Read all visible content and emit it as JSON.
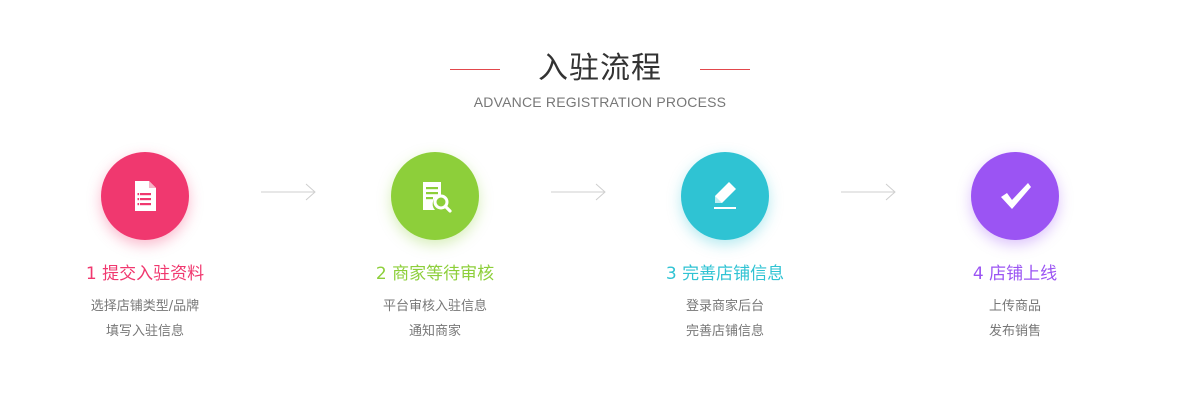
{
  "header": {
    "title": "入驻流程",
    "subtitle": "ADVANCE REGISTRATION PROCESS",
    "accent_line_color": "#e2474c"
  },
  "steps": [
    {
      "title": "1 提交入驻资料",
      "lines": [
        "选择店铺类型/品牌",
        "填写入驻信息"
      ],
      "color": "#f0386f",
      "icon": "document-icon"
    },
    {
      "title": "2 商家等待审核",
      "lines": [
        "平台审核入驻信息",
        "通知商家"
      ],
      "color": "#8dcf3a",
      "icon": "document-search-icon"
    },
    {
      "title": "3 完善店铺信息",
      "lines": [
        "登录商家后台",
        "完善店铺信息"
      ],
      "color": "#2fc3d3",
      "icon": "pen-edit-icon"
    },
    {
      "title": "4 店铺上线",
      "lines": [
        "上传商品",
        "发布销售"
      ],
      "color": "#9b54f3",
      "icon": "checkmark-icon"
    }
  ],
  "arrow_icon": "arrow-right-icon"
}
